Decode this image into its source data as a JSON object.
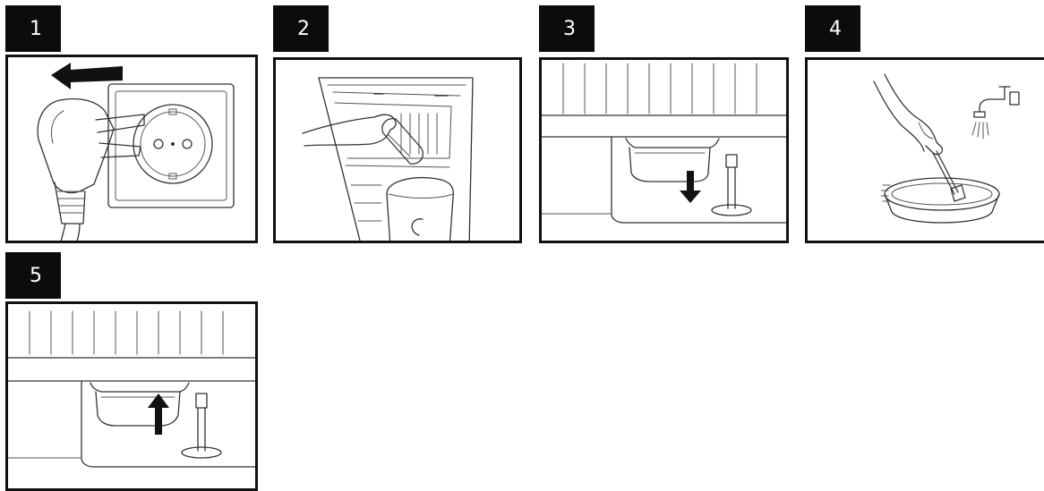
{
  "steps": [
    {
      "number": "1",
      "icon": "unplug-power-cord-icon"
    },
    {
      "number": "2",
      "icon": "remove-water-container-icon"
    },
    {
      "number": "3",
      "icon": "pull-down-drip-tray-icon"
    },
    {
      "number": "4",
      "icon": "wash-tray-with-brush-icon"
    },
    {
      "number": "5",
      "icon": "push-up-drip-tray-icon"
    }
  ],
  "colors": {
    "badge_bg": "#0c0c0c",
    "badge_text": "#ffffff",
    "frame": "#111111",
    "line": "#333333"
  }
}
